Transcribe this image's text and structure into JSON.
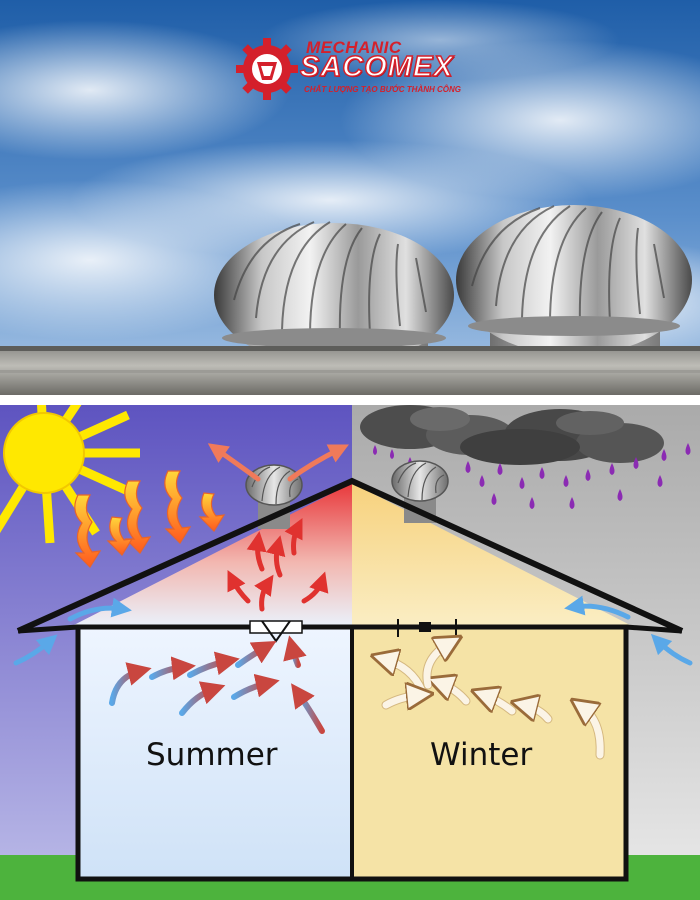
{
  "logo": {
    "top_text": "MECHANIC",
    "main_text": "SACOMEX",
    "tagline": "CHẤT LƯỢNG TẠO BƯỚC THÀNH CÔNG",
    "colors": {
      "brand_red": "#d4202b"
    },
    "icon": "gear-logo-icon"
  },
  "diagram": {
    "summer_label": "Summer",
    "winter_label": "Winter",
    "colors": {
      "summer_sky": "#6e63c6",
      "winter_sky": "#c9c9c9",
      "summer_room": "#d9eafc",
      "winter_room": "#f5e3a6",
      "grass": "#4db33d",
      "sun": "#ffe800",
      "rain": "#8b2bb3"
    }
  }
}
